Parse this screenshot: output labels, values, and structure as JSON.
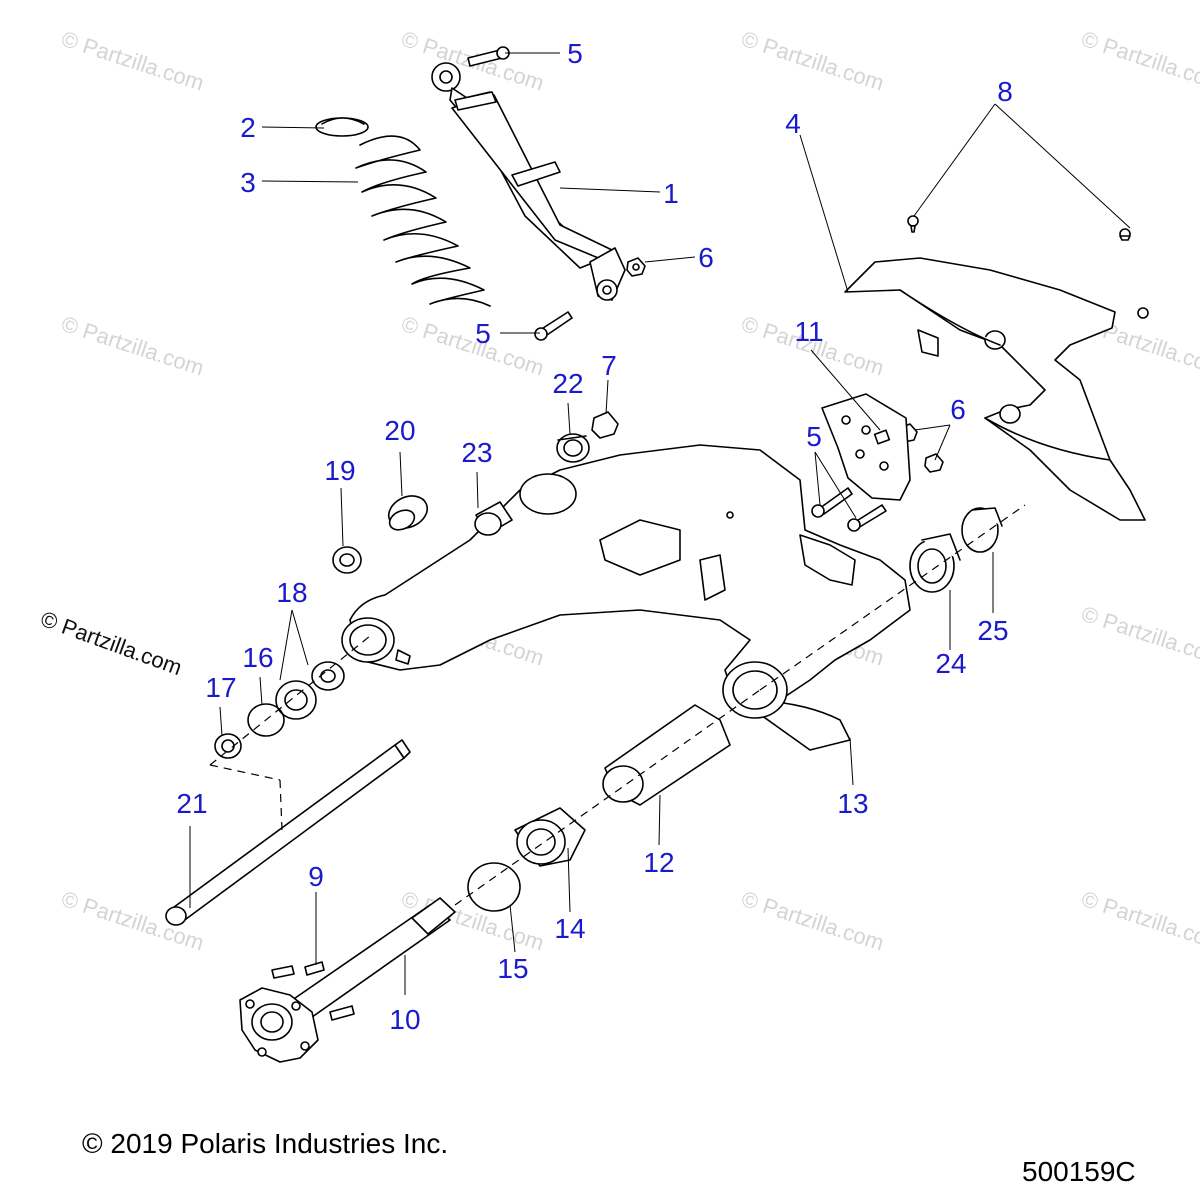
{
  "watermark_text": "© Partzilla.com",
  "side_watermark_text": "© Partzilla.com",
  "copyright": "© 2019 Polaris Industries Inc.",
  "part_number": "500159C",
  "callout_color": "#1a1acc",
  "line_color": "#000000",
  "callouts": [
    {
      "id": "c1",
      "label": "1"
    },
    {
      "id": "c2",
      "label": "2"
    },
    {
      "id": "c3",
      "label": "3"
    },
    {
      "id": "c4",
      "label": "4"
    },
    {
      "id": "c5a",
      "label": "5"
    },
    {
      "id": "c5b",
      "label": "5"
    },
    {
      "id": "c5c",
      "label": "5"
    },
    {
      "id": "c6a",
      "label": "6"
    },
    {
      "id": "c6b",
      "label": "6"
    },
    {
      "id": "c7",
      "label": "7"
    },
    {
      "id": "c8",
      "label": "8"
    },
    {
      "id": "c9",
      "label": "9"
    },
    {
      "id": "c10",
      "label": "10"
    },
    {
      "id": "c11",
      "label": "11"
    },
    {
      "id": "c12",
      "label": "12"
    },
    {
      "id": "c13",
      "label": "13"
    },
    {
      "id": "c14",
      "label": "14"
    },
    {
      "id": "c15",
      "label": "15"
    },
    {
      "id": "c16",
      "label": "16"
    },
    {
      "id": "c17",
      "label": "17"
    },
    {
      "id": "c18",
      "label": "18"
    },
    {
      "id": "c19",
      "label": "19"
    },
    {
      "id": "c20",
      "label": "20"
    },
    {
      "id": "c21",
      "label": "21"
    },
    {
      "id": "c22",
      "label": "22"
    },
    {
      "id": "c23",
      "label": "23"
    },
    {
      "id": "c24",
      "label": "24"
    },
    {
      "id": "c25",
      "label": "25"
    }
  ]
}
